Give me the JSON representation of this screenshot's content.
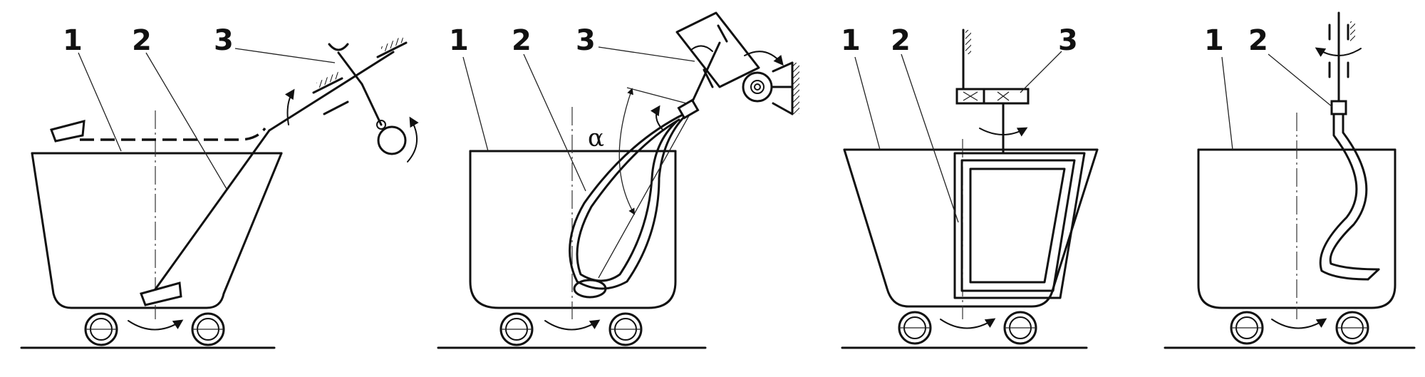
{
  "figures": [
    {
      "id": "a",
      "labels": [
        "1",
        "2",
        "3"
      ]
    },
    {
      "id": "b",
      "labels": [
        "1",
        "2",
        "3"
      ],
      "angle_symbol": "α"
    },
    {
      "id": "c",
      "labels": [
        "1",
        "2",
        "3"
      ]
    },
    {
      "id": "d",
      "labels": [
        "1",
        "2"
      ]
    }
  ]
}
